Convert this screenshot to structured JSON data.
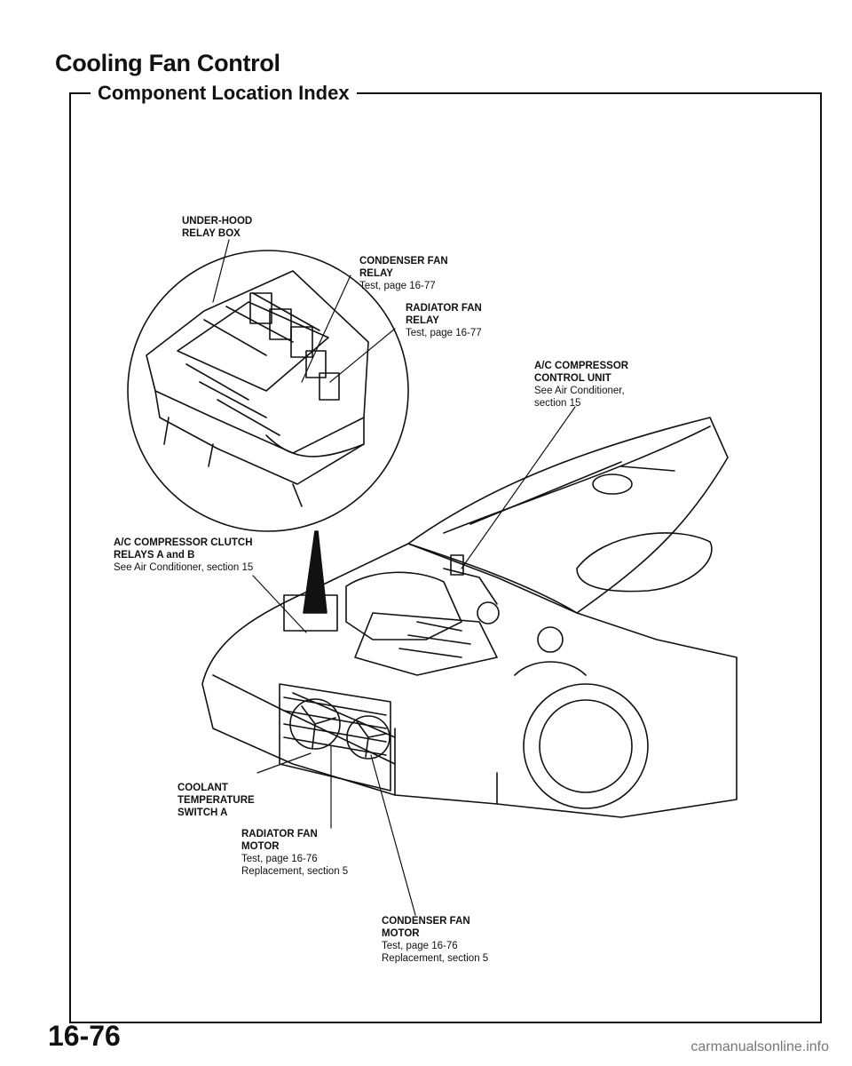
{
  "header": {
    "title": "Cooling Fan Control",
    "section": "Component Location Index"
  },
  "callouts": {
    "under_hood_relay_box": {
      "l1": "UNDER-HOOD",
      "l2": "RELAY BOX"
    },
    "condenser_fan_relay": {
      "l1": "CONDENSER FAN",
      "l2": "RELAY",
      "l3": "Test, page 16-77"
    },
    "radiator_fan_relay": {
      "l1": "RADIATOR FAN",
      "l2": "RELAY",
      "l3": "Test, page 16-77"
    },
    "ac_compressor_control_unit": {
      "l1": "A/C COMPRESSOR",
      "l2": "CONTROL UNIT",
      "l3": "See Air Conditioner,",
      "l4": "section 15"
    },
    "ac_compressor_clutch_relays": {
      "l1": "A/C COMPRESSOR CLUTCH",
      "l2": "RELAYS A and B",
      "l3": "See Air Conditioner, section 15"
    },
    "coolant_temperature_switch": {
      "l1": "COOLANT",
      "l2": "TEMPERATURE",
      "l3": "SWITCH A"
    },
    "radiator_fan_motor": {
      "l1": "RADIATOR FAN",
      "l2": "MOTOR",
      "l3": "Test, page 16-76",
      "l4": "Replacement, section 5"
    },
    "condenser_fan_motor": {
      "l1": "CONDENSER FAN",
      "l2": "MOTOR",
      "l3": "Test, page 16-76",
      "l4": "Replacement, section 5"
    }
  },
  "footer": {
    "page_number": "16-76",
    "watermark": "carmanualsonline.info"
  }
}
